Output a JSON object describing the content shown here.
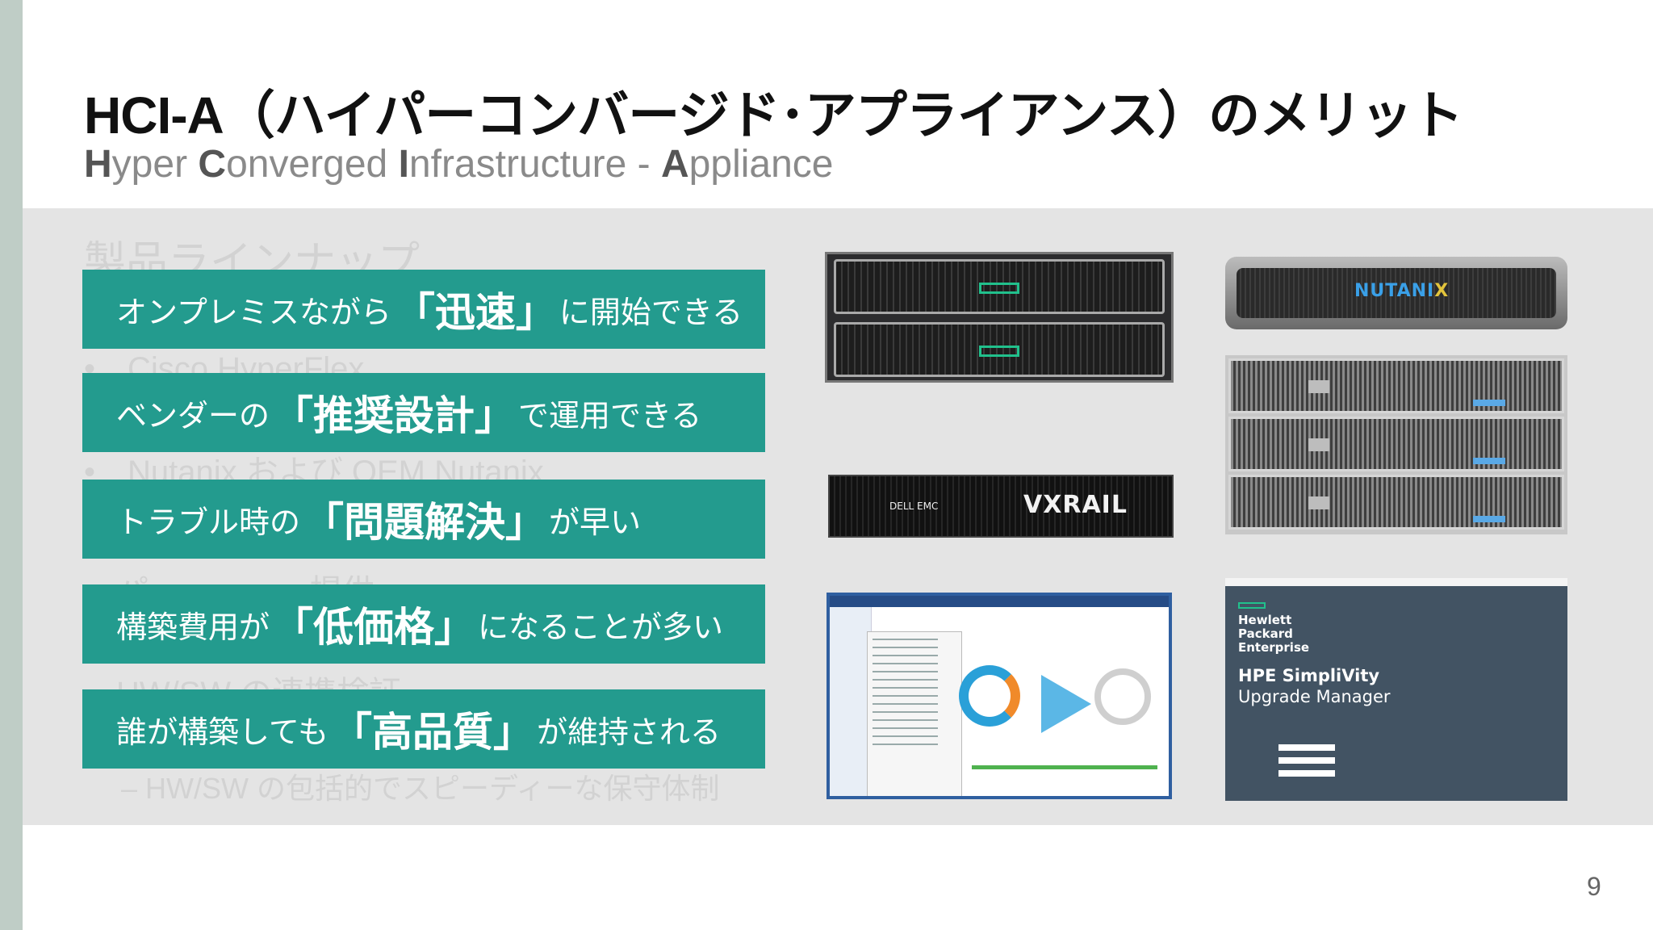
{
  "slide": {
    "title": "HCI-A（ハイパーコンバージド･アプライアンス）のメリット",
    "subtitle_parts": [
      {
        "text": "H",
        "bold": true
      },
      {
        "text": "yper ",
        "bold": false
      },
      {
        "text": "C",
        "bold": true
      },
      {
        "text": "onverged ",
        "bold": false
      },
      {
        "text": "I",
        "bold": true
      },
      {
        "text": "nfrastructure - ",
        "bold": false
      },
      {
        "text": "A",
        "bold": true
      },
      {
        "text": "ppliance",
        "bold": false
      }
    ],
    "page_number": "9"
  },
  "background_text": {
    "heading": "製品ラインナップ",
    "bullet1": "•　Cisco HyperFlex",
    "bullet2": "•　Nutanix および OEM Nutanix",
    "bullet3": "　パ　　　　　提供",
    "bullet4": "　HW/SW の連携検証",
    "bullet5": "– HW/SW の包括的でスピーディーな保守体制"
  },
  "merits": [
    {
      "pre": "オンプレミスながら",
      "key": "「迅速」",
      "post": "に開始できる"
    },
    {
      "pre": "ベンダーの",
      "key": "「推奨設計」",
      "post": "で運用できる"
    },
    {
      "pre": "トラブル時の",
      "key": "「問題解決」",
      "post": "が早い"
    },
    {
      "pre": "構築費用が",
      "key": "「低価格」",
      "post": "になることが多い"
    },
    {
      "pre": "誰が構築しても",
      "key": "「高品質」",
      "post": "が維持される"
    }
  ],
  "products": {
    "vxrail_brand": "VXRAIL",
    "vxrail_vendor": "DELL EMC",
    "nutanix_brand_main": "NUTANI",
    "nutanix_brand_x": "X",
    "hpe_company": "Hewlett Packard Enterprise",
    "simplivity_title": "HPE SimpliVity",
    "simplivity_subtitle": "Upgrade Manager"
  },
  "colors": {
    "accent_teal": "#239b8e",
    "left_bar": "#bfcdc6",
    "panel_bg": "#e4e4e4"
  }
}
